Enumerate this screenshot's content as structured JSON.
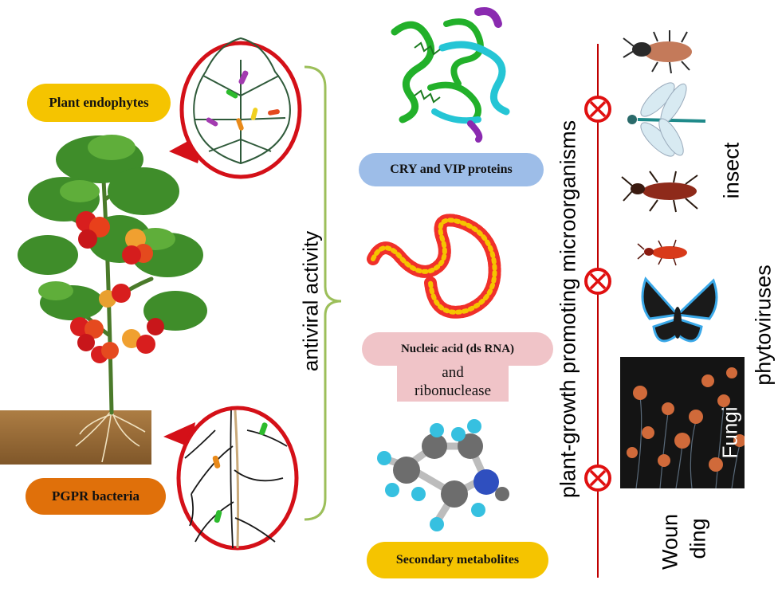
{
  "labels": {
    "plant_endophytes": "Plant endophytes",
    "pgpr_bacteria": "PGPR bacteria",
    "antiviral_activity": "antiviral  activity",
    "cry_vip": "CRY and VIP proteins",
    "nucleic_acid": "Nucleic acid (ds RNA)",
    "and_ribonuclease_1": "and",
    "and_ribonuclease_2": "ribonuclease",
    "secondary_metabolites": "Secondary metabolites",
    "pgpm": "plant-growth promoting microorganisms",
    "insect": "insect",
    "phytoviruses": "phytoviruses",
    "fungi": "Fungi",
    "wounding_1": "Woun",
    "wounding_2": "ding"
  },
  "colors": {
    "endophytes_pill": "#f5c400",
    "pgpr_pill": "#e0700a",
    "cry_pill": "#9dbde8",
    "nucleic_pill": "#f0c4c8",
    "secondary_pill": "#f5c400",
    "bracket": "#9cbf5a",
    "red_line": "#c00000"
  },
  "icons": [
    "tomato-plant",
    "leaf-magnifier",
    "root-magnifier",
    "protein-ribbon",
    "dsrna-coil",
    "molecule",
    "inhibit-symbol",
    "beetle",
    "dragonfly",
    "moth",
    "fungi-photo"
  ]
}
